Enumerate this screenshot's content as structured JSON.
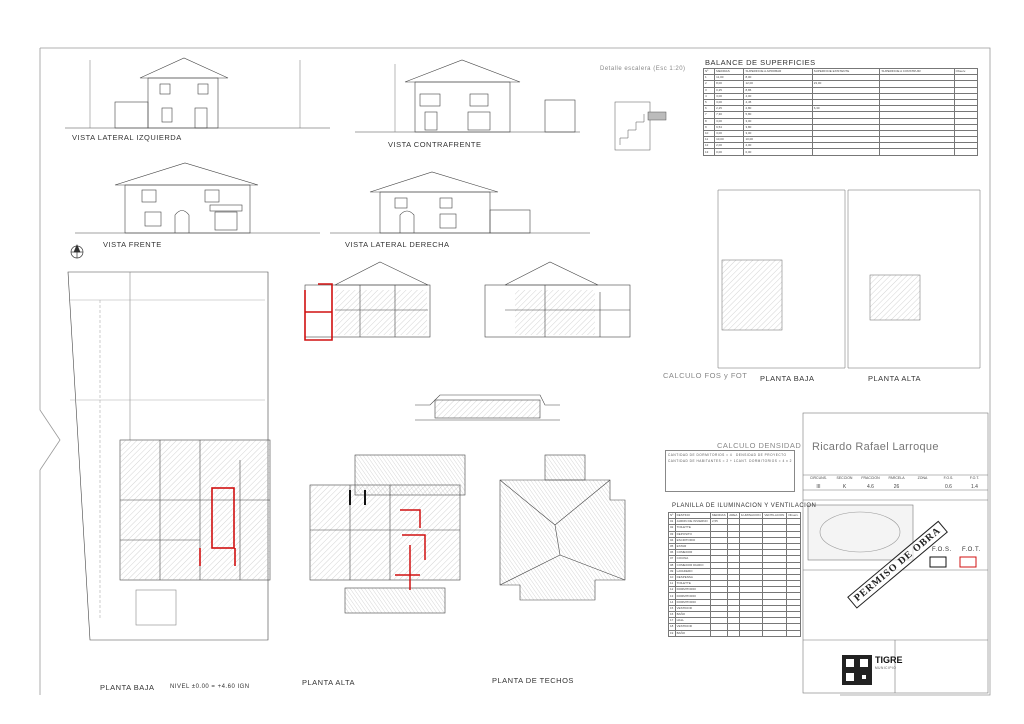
{
  "views": {
    "elevation_left": "VISTA LATERAL IZQUIERDA",
    "elevation_back": "VISTA CONTRAFRENTE",
    "elevation_front": "VISTA FRENTE",
    "elevation_right": "VISTA LATERAL DERECHA",
    "plan_ground": "PLANTA BAJA",
    "plan_upper": "PLANTA ALTA",
    "plan_roof": "PLANTA DE TECHOS",
    "small_ground": "PLANTA BAJA",
    "small_upper": "PLANTA ALTA",
    "section_detail": "Detalle escalera (Esc 1:20)",
    "level_note": "NIVEL ±0.00 = +4.60 IGN"
  },
  "tables": {
    "superficies_title": "BALANCE DE SUPERFICIES",
    "superficies_rows": [
      [
        "Nº",
        "MEDIDAS",
        "SUPERFICIE A APROBAR",
        "SUPERFICIE EXISTENTE",
        "SUPERFICIE A CONSTRUIR",
        "Observ."
      ],
      [
        "1",
        "11,00",
        "8,00",
        "",
        "",
        ""
      ],
      [
        "2",
        "8,00",
        "12,00",
        "23,00",
        "",
        ""
      ],
      [
        "3",
        "0,25",
        "8,86",
        "",
        "",
        ""
      ],
      [
        "4",
        "3,00",
        "4,00",
        "",
        "",
        ""
      ],
      [
        "5",
        "3,00",
        "4,45",
        "",
        "",
        ""
      ],
      [
        "6",
        "2,25",
        "2,80",
        "6,30",
        "",
        ""
      ],
      [
        "7",
        "7,30",
        "5,80",
        "",
        "",
        ""
      ],
      [
        "8",
        "3,00",
        "3,00",
        "",
        "",
        ""
      ],
      [
        "9",
        "9,54",
        "3,80",
        "",
        "",
        ""
      ],
      [
        "10",
        "3,00",
        "3,00",
        "",
        "",
        ""
      ],
      [
        "11",
        "10,00",
        "10,00",
        "",
        "",
        ""
      ],
      [
        "12",
        "2,00",
        "4,00",
        "",
        "",
        ""
      ],
      [
        "13",
        "0,00",
        "0,00",
        "",
        "",
        ""
      ]
    ],
    "fos_title": "CALCULO FOS y FOT",
    "densidad_title": "CALCULO DENSIDAD",
    "densidad_lines": [
      "CANTIDAD DE DORMITORIOS = 4",
      "CANTIDAD DE HABITANTES = 2 + 1",
      "DENSIDAD DE PROYECTO",
      "CANT. DORMITORIOS = 4 x 2"
    ],
    "iluminacion_title": "PLANILLA DE ILUMINACION Y VENTILACION",
    "iluminacion_rows": [
      [
        "Nº",
        "DESTINO",
        "MEDIDAS",
        "AREA",
        "ILUMINACION",
        "VENTILACION",
        "Observ."
      ],
      [
        "01",
        "JARDIN DE INVIERNO",
        "2,55",
        "",
        "",
        "",
        ""
      ],
      [
        "02",
        "TOILETTE",
        "",
        "",
        "",
        "",
        ""
      ],
      [
        "03",
        "DEPOSITO",
        "",
        "",
        "",
        "",
        ""
      ],
      [
        "04",
        "ESCRITORIO",
        "",
        "",
        "",
        "",
        ""
      ],
      [
        "05",
        "ESTAR",
        "",
        "",
        "",
        "",
        ""
      ],
      [
        "06",
        "COMEDOR",
        "",
        "",
        "",
        "",
        ""
      ],
      [
        "07",
        "COCINA",
        "",
        "",
        "",
        "",
        ""
      ],
      [
        "08",
        "COMEDOR DIARIO",
        "",
        "",
        "",
        "",
        ""
      ],
      [
        "09",
        "LAVADERO",
        "",
        "",
        "",
        "",
        ""
      ],
      [
        "10",
        "DESPENSA",
        "",
        "",
        "",
        "",
        ""
      ],
      [
        "11",
        "TOILETTE",
        "",
        "",
        "",
        "",
        ""
      ],
      [
        "12",
        "DORMITORIO",
        "",
        "",
        "",
        "",
        ""
      ],
      [
        "13",
        "DORMITORIO",
        "",
        "",
        "",
        "",
        ""
      ],
      [
        "14",
        "DORMITORIO",
        "",
        "",
        "",
        "",
        ""
      ],
      [
        "15",
        "VESTIDOR",
        "",
        "",
        "",
        "",
        ""
      ],
      [
        "16",
        "BAÑO",
        "",
        "",
        "",
        "",
        ""
      ],
      [
        "17",
        "HALL",
        "",
        "",
        "",
        "",
        ""
      ],
      [
        "18",
        "VESTIDOR",
        "",
        "",
        "",
        "",
        ""
      ],
      [
        "19",
        "BAÑO",
        "",
        "",
        "",
        "",
        ""
      ]
    ]
  },
  "title_block": {
    "owner": "Ricardo Rafael Larroque",
    "stamp": "PERMISO DE OBRA",
    "municipality_logo": "TIGRE",
    "municipality_sub": "MUNICIPIO",
    "parcel_headers": [
      "CIRCUNS.",
      "SECCION",
      "FRACCION",
      "PARCELA",
      "ZONA",
      "F.O.S.",
      "F.O.T."
    ],
    "parcel_values": [
      "III",
      "K",
      "4.6",
      "26",
      "",
      "0.6",
      "1.4"
    ],
    "fos_box_label": "F.O.S.",
    "fot_box_label": "F.O.T.",
    "accent_red": "#d01010",
    "line_color": "#555555"
  }
}
